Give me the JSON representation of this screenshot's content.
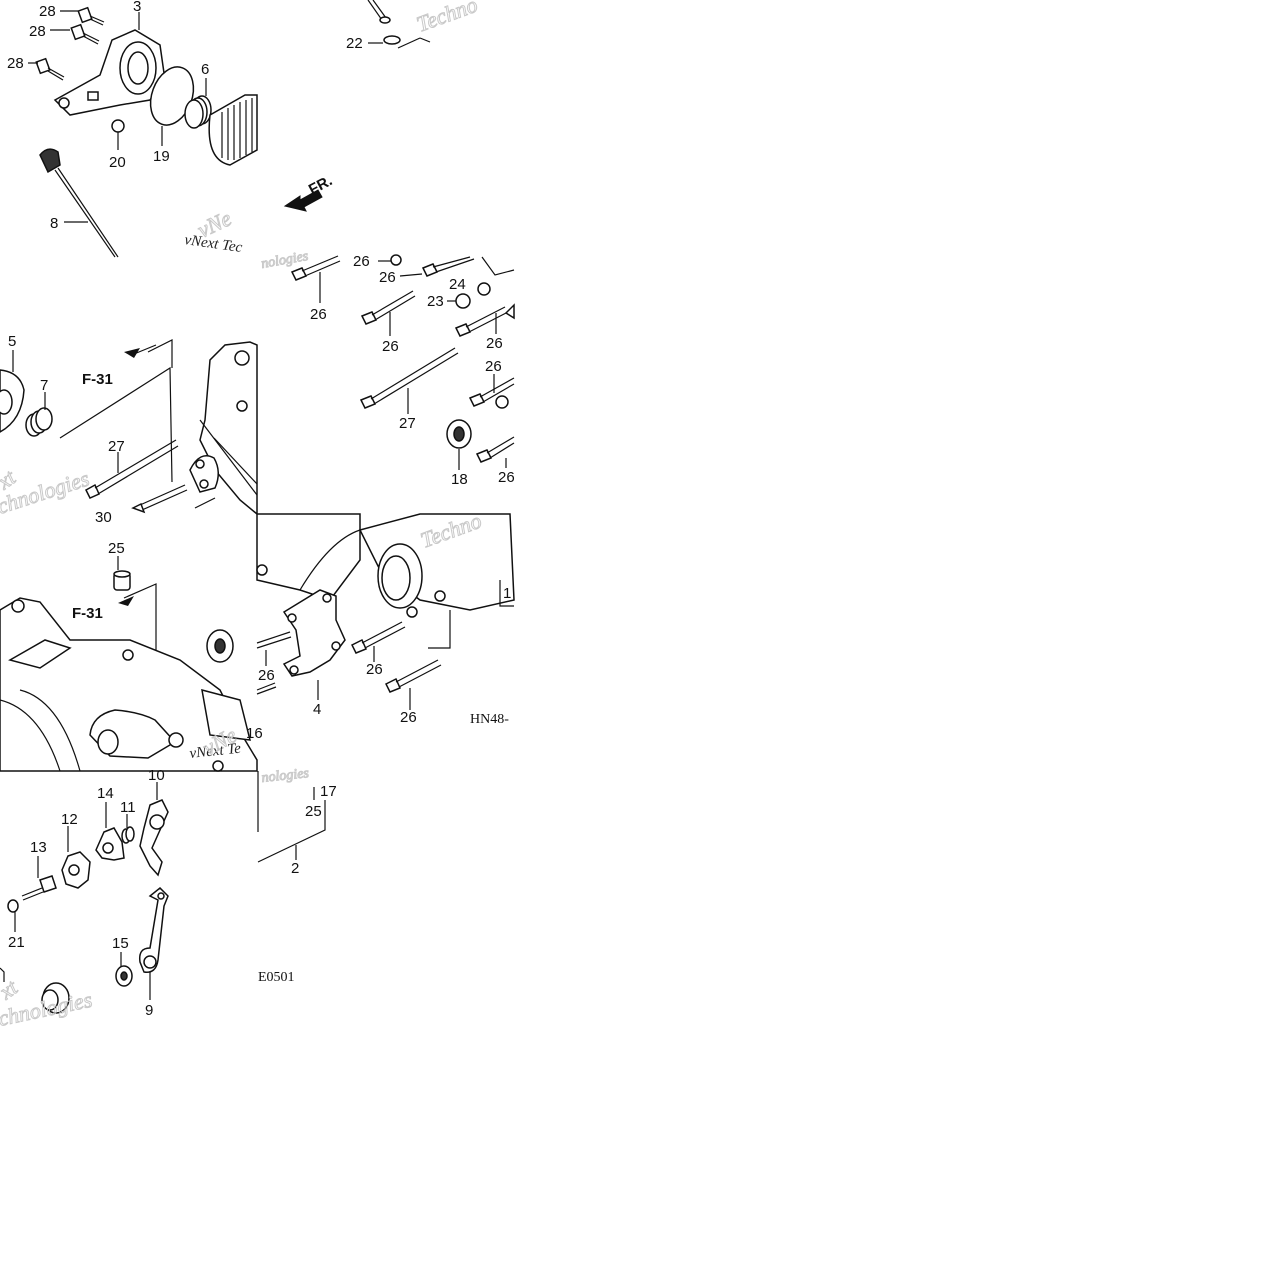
{
  "diagram": {
    "parts": {
      "p28a": "28",
      "p28b": "28",
      "p28c": "28",
      "p3": "3",
      "p6": "6",
      "p20": "20",
      "p19": "19",
      "p8": "8",
      "p22": "22",
      "fr": "FR.",
      "p26a": "26",
      "p26b": "26",
      "p26c": "26",
      "p24": "24",
      "p23": "23",
      "p26d": "26",
      "p26e": "26",
      "p26f": "26",
      "p27a": "27",
      "p18": "18",
      "p26g": "26",
      "p5": "5",
      "p7": "7",
      "f31a": "F-31",
      "p27b": "27",
      "p30": "30",
      "p25a": "25",
      "f31b": "F-31",
      "p26h": "26",
      "p26i": "26",
      "p4": "4",
      "p26j": "26",
      "p1": "1",
      "code1": "HN48-",
      "p10": "10",
      "p14": "14",
      "p11": "11",
      "p12": "12",
      "p13": "13",
      "p21": "21",
      "p15": "15",
      "p9": "9",
      "p16": "16",
      "p17": "17",
      "p25b": "25",
      "p2": "2",
      "code2": "E0501"
    },
    "watermark": {
      "w1": "Techno",
      "w2": "vNext Tec",
      "w3": "vNe",
      "w4": "nologies",
      "w5": "xt",
      "w6": "chnologies",
      "w7": "Techno",
      "w8": "vNext Te",
      "w9": "vNe",
      "w10": "nologies",
      "w11": "xt",
      "w12": "chnologies"
    }
  },
  "colors": {
    "ink": "#111111",
    "watermark": "#c9c9c9",
    "background": "#ffffff"
  }
}
